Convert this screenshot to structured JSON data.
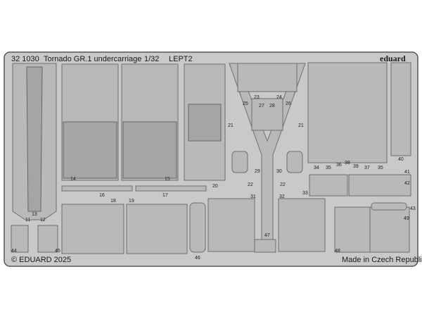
{
  "header": {
    "code": "32 1030",
    "title": "Tornado GR.1 undercarriage",
    "scale": "1/32",
    "sheet": "LEPT2",
    "brand": "eduard"
  },
  "footer": {
    "copyright": "© EDUARD 2025",
    "origin": "Made in Czech Republic"
  },
  "colors": {
    "fret": "#c9c9c9",
    "part": "#b9b9b9",
    "edge": "#6f6f6f"
  },
  "part_numbers": [
    "11",
    "12",
    "13",
    "14",
    "15",
    "16",
    "17",
    "18",
    "19",
    "20",
    "21",
    "22",
    "23",
    "24",
    "25",
    "26",
    "27",
    "28",
    "29",
    "30",
    "31",
    "32",
    "33",
    "34",
    "35",
    "36",
    "37",
    "38",
    "39",
    "40",
    "41",
    "42",
    "43",
    "44",
    "45",
    "46",
    "47",
    "48",
    "49",
    "21",
    "22",
    "35"
  ]
}
